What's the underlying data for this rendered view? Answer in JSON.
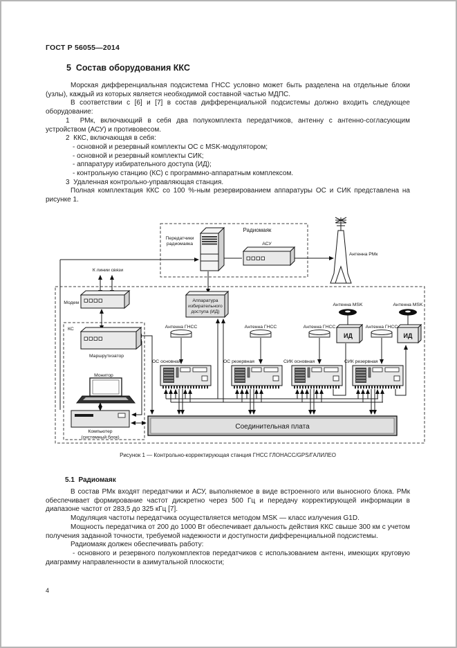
{
  "doc": {
    "header": "ГОСТ Р 56055—2014",
    "page_number": "4"
  },
  "section5": {
    "heading": "5  Состав оборудования ККС",
    "paragraphs": [
      {
        "kind": "p",
        "text": "Морская дифференциальная подсистема ГНСС условно может быть разделена на отдельные блоки (узлы), каждый из которых является необходимой составной частью МДПС."
      },
      {
        "kind": "p",
        "text": "В соответствии с [6] и [7] в состав дифференциальной подсистемы должно входить следующее оборудование:"
      },
      {
        "kind": "num",
        "text": "1  РМк, включающий в себя два полукомплекта передатчиков, антенну с антенно-согласующим устройством (АСУ) и противовесом."
      },
      {
        "kind": "num",
        "text": "2  ККС, включающая в себя:"
      },
      {
        "kind": "dash",
        "text": "- основной и резервный комплекты ОС с MSK-модулятором;"
      },
      {
        "kind": "dash",
        "text": "- основной и резервный комплекты СИК;"
      },
      {
        "kind": "dash",
        "text": "- аппаратуру избирательного доступа (ИД);"
      },
      {
        "kind": "dash",
        "text": "- контрольную станцию (КС) с программно-аппаратным комплексом."
      },
      {
        "kind": "num",
        "text": "3  Удаленная контрольно-управляющая станция."
      },
      {
        "kind": "p",
        "text": "Полная комплектация ККС со 100 %-ным резервированием аппаратуры ОС и СИК представлена на рисунке 1."
      }
    ]
  },
  "figure": {
    "caption": "Рисунок 1 — Контрольно-корректирующая станция ГНСС ГЛОНАСС/GPS/ГАЛИЛЕО",
    "labels": {
      "radiobeacon": "Радиомаяк",
      "transmitters_l1": "Передатчики",
      "transmitters_l2": "радиомаяка",
      "asu": "АСУ",
      "antenna_rmk": "Антенна РМк",
      "to_comm_line": "К линии связи",
      "modem": "Модем",
      "ks": "КС",
      "router": "Маршрутизатор",
      "monitor": "Монитор",
      "computer_l1": "Компьютер",
      "computer_l2": "(системный блок)",
      "id_app_l1": "Аппаратура",
      "id_app_l2": "избирательного",
      "id_app_l3": "доступа (ИД)",
      "antenna_gnss": "Антенна ГНСС",
      "antenna_msk": "Антенна MSK",
      "id_box": "ИД",
      "os_main": "ОС основная",
      "os_res": "ОС резервная",
      "sik_main": "СИК основная",
      "sik_res": "СИК резервная",
      "plate": "Соединительная плата"
    }
  },
  "section51": {
    "heading": "5.1  Радиомаяк",
    "paragraphs": [
      {
        "kind": "p",
        "text": "В состав РМк входят передатчики и АСУ, выполняемое в виде встроенного или выносного блока. РМк обеспечивает формирование частот дискретно через 500 Гц и передачу корректирующей информации в диапазоне частот от 283,5 до 325 кГц [7]."
      },
      {
        "kind": "p",
        "text": "Модуляция частоты передатчика осуществляется методом MSK — класс излучения G1D."
      },
      {
        "kind": "p",
        "text": "Мощность передатчика от 200 до 1000 Вт обеспечивает дальность действия ККС свыше 300 км с учетом получения заданной точности, требуемой надежности и доступности дифференциальной подсистемы."
      },
      {
        "kind": "p",
        "text": "Радиомаяк должен обеспечивать работу:"
      },
      {
        "kind": "dash",
        "text": "- основного и резервного полукомплектов передатчиков с использованием антенн, имеющих круговую диаграмму направленности в азимутальной плоскости;"
      }
    ]
  }
}
